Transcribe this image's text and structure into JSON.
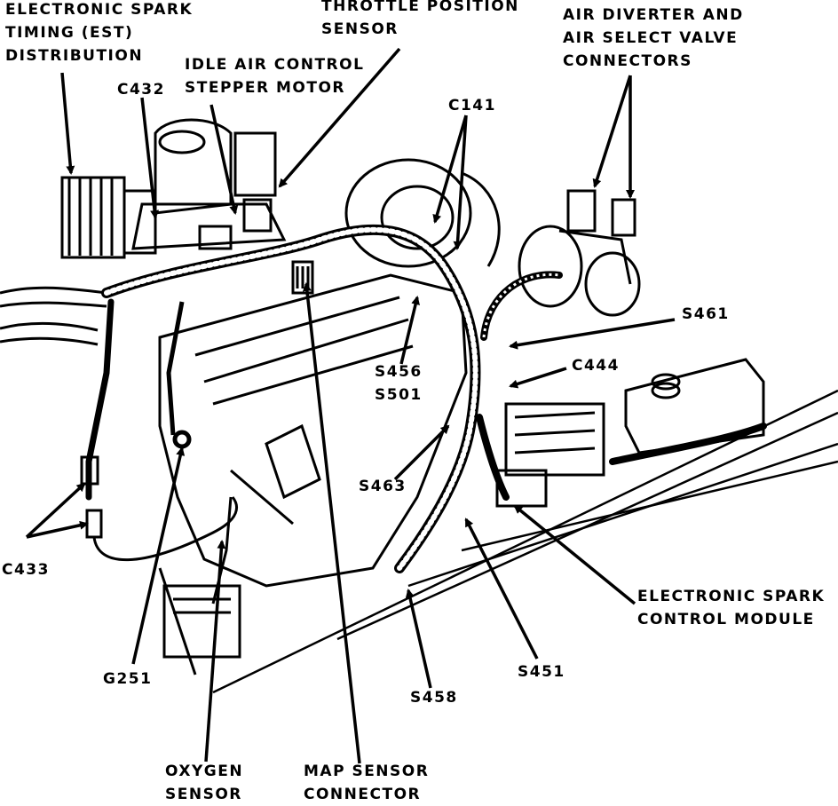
{
  "colors": {
    "ink": "#000000",
    "paper": "#ffffff"
  },
  "labels": {
    "est_distribution": [
      "ELECTRONIC SPARK",
      "TIMING (EST)",
      "DISTRIBUTION"
    ],
    "throttle_position_sensor": [
      "THROTTLE POSITION",
      "SENSOR"
    ],
    "air_diverter": [
      "AIR DIVERTER AND",
      "AIR SELECT VALVE",
      "CONNECTORS"
    ],
    "idle_air_control": [
      "IDLE AIR CONTROL",
      "STEPPER MOTOR"
    ],
    "c432": "C432",
    "c141": "C141",
    "s461": "S461",
    "c444": "C444",
    "s456_s501": [
      "S456",
      "S501"
    ],
    "s463": "S463",
    "c433": "C433",
    "electronic_spark_control_module": [
      "ELECTRONIC SPARK",
      "CONTROL MODULE"
    ],
    "g251": "G251",
    "s451": "S451",
    "s458": "S458",
    "oxygen_sensor": [
      "OXYGEN",
      "SENSOR"
    ],
    "map_sensor_connector": [
      "MAP SENSOR",
      "CONNECTOR"
    ]
  }
}
